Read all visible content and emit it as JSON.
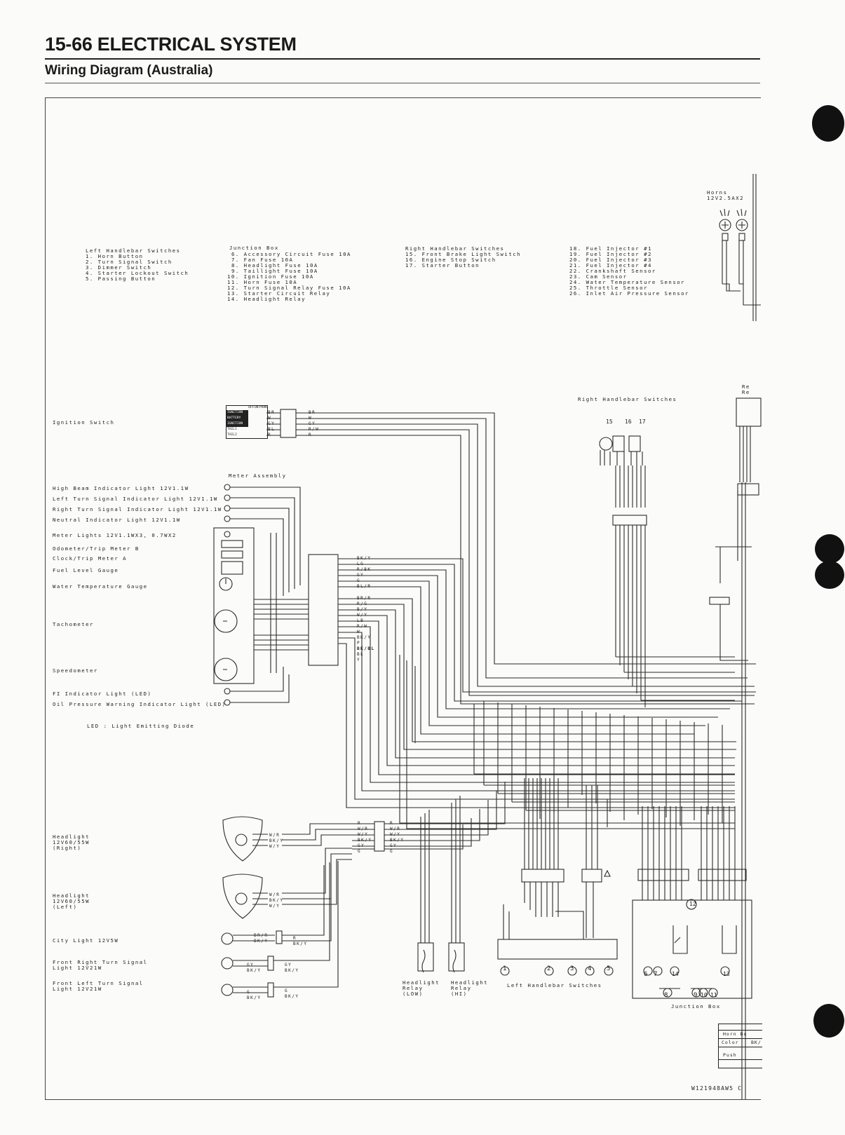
{
  "header": {
    "title": "15-66 ELECTRICAL SYSTEM",
    "subtitle": "Wiring Diagram (Australia)"
  },
  "legend": {
    "left_handlebar": {
      "heading": "Left Handlebar Switches",
      "items": [
        "1. Horn Button",
        "2. Turn Signal Switch",
        "3. Dimmer Switch",
        "4. Starter Lockout Switch",
        "5. Passing Button"
      ]
    },
    "junction_box": {
      "heading": "Junction Box",
      "items": [
        "6. Accessory Circuit Fuse 10A",
        "7. Fan Fuse 10A",
        "8. Headlight Fuse 10A",
        "9. Taillight Fuse 10A",
        "10. Ignition Fuse 10A",
        "11. Horn Fuse 10A",
        "12. Turn Signal Relay Fuse 10A",
        "13. Starter Circuit Relay",
        "14. Headlight Relay"
      ]
    },
    "right_handlebar": {
      "heading": "Right Handlebar Switches",
      "items": [
        "15. Front Brake Light Switch",
        "16. Engine Stop Switch",
        "17. Starter Button"
      ]
    },
    "sensors": {
      "items": [
        "18. Fuel Injector #1",
        "19. Fuel Injector #2",
        "20. Fuel Injector #3",
        "21. Fuel Injector #4",
        "22. Crankshaft Sensor",
        "23. Cam Sensor",
        "24. Water Temperature Sensor",
        "25. Throttle Sensor",
        "26. Inlet Air Pressure Sensor"
      ]
    }
  },
  "components": {
    "horns": "Horns",
    "horns_rating": "12V2.5AX2",
    "ignition_switch": "Ignition Switch",
    "ignition_rows": [
      "IGNITION",
      "BATTERY",
      "IGNITION",
      "TAIL1",
      "TAIL2"
    ],
    "ignition_cols": [
      "OFF",
      "ON",
      "PARK"
    ],
    "meter_assembly": "Meter Assembly",
    "right_handlebar_switches": "Right Handlebar Switches",
    "left_handlebar_switches": "Left Handlebar Switches",
    "junction_box": "Junction Box",
    "headlight_relay_low": [
      "Headlight",
      "Relay",
      "(LOW)"
    ],
    "headlight_relay_hi": [
      "Headlight",
      "Relay",
      "(HI)"
    ],
    "reg": [
      "Re",
      "Re"
    ]
  },
  "meter_labels": [
    "High Beam Indicator Light 12V1.1W",
    "Left Turn Signal Indicator Light 12V1.1W",
    "Right Turn Signal Indicator Light 12V1.1W",
    "Neutral Indicator Light 12V1.1W",
    "Meter Lights 12V1.1WX3, 0.7WX2",
    "Odometer/Trip Meter B",
    "Clock/Trip Meter A",
    "Fuel Level Gauge",
    "Water Temperature Gauge",
    "Tachometer",
    "Speedometer",
    "FI Indicator Light (LED)",
    "Oil Pressure Warning Indicator Light (LED)",
    "LED : Light Emitting Diode"
  ],
  "lamp_labels": {
    "headlight_right": [
      "Headlight",
      "12V60/55W",
      "(Right)"
    ],
    "headlight_left": [
      "Headlight",
      "12V60/55W",
      "(Left)"
    ],
    "city_light": "City Light 12V5W",
    "front_right_turn": [
      "Front Right Turn Signal",
      "Light 12V21W"
    ],
    "front_left_turn": [
      "Front Left Turn Signal",
      "Light 12V21W"
    ]
  },
  "wire_codes": {
    "ignition": [
      "BR",
      "W",
      "GY",
      "BL",
      "R"
    ],
    "ignition_right": [
      "BR",
      "W",
      "GY",
      "R/W",
      "R"
    ],
    "meter_connector": [
      "BK/Y",
      "LG",
      "R/BK",
      "GY",
      "G",
      "BL/R",
      "BR/R",
      "R/G",
      "B/Y",
      "W/Y",
      "LB",
      "R/W",
      "W",
      "BK/Y",
      "P",
      "BK/BL",
      "BL",
      "Y"
    ],
    "headlight_right": [
      "W/R",
      "BK/Y",
      "W/Y"
    ],
    "headlight_conn_left": [
      "R",
      "W/R",
      "W/Y",
      "BK/Y",
      "GY",
      "G"
    ],
    "headlight_conn_right": [
      "R",
      "W/R",
      "W/Y",
      "BK/Y",
      "GY",
      "G"
    ],
    "headlight_left": [
      "W/R",
      "BK/Y",
      "W/Y"
    ],
    "city": [
      "BR/R",
      "BK/Y"
    ],
    "city_right": [
      "R",
      "BK/Y"
    ],
    "turn_right": [
      "GY",
      "BK/Y"
    ],
    "turn_left": [
      "G",
      "BK/Y"
    ]
  },
  "callouts": [
    "1",
    "2",
    "3",
    "4",
    "5",
    "6",
    "7",
    "8",
    "9",
    "10",
    "11",
    "12",
    "13",
    "14",
    "15",
    "16",
    "17"
  ],
  "horn_button_table": {
    "title": "Horn Bu",
    "color": "Color",
    "color_value": "BK/",
    "push": "Push"
  },
  "drawing_code": "W121948AW5 C"
}
